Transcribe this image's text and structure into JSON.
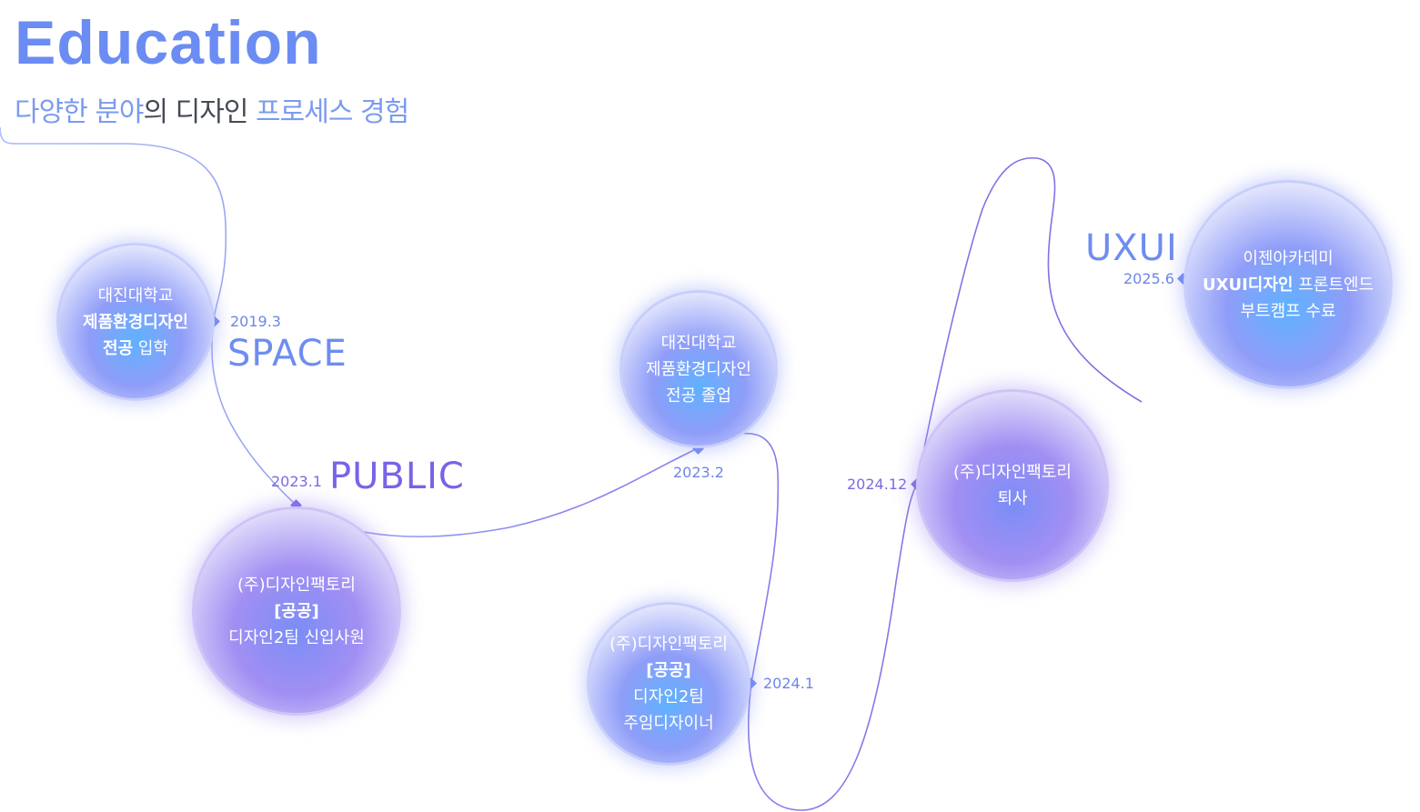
{
  "header": {
    "title": "Education",
    "subtitle_parts": [
      {
        "text": "다양한 분야",
        "style": "highlight"
      },
      {
        "text": "의 디자인 ",
        "style": "plain"
      },
      {
        "text": "프로세스 경험",
        "style": "highlight"
      }
    ]
  },
  "colors": {
    "accent_blue": "#6b8cf2",
    "accent_purple": "#7a63e6",
    "text_dark": "#444b55"
  },
  "categories": {
    "space": "SPACE",
    "public": "PUBLIC",
    "uxui": "UXUI"
  },
  "milestones": [
    {
      "date": "2019.3",
      "lines": [
        "대진대학교",
        "제품환경디자인",
        "전공 입학"
      ]
    },
    {
      "date": "2023.1",
      "lines": [
        "(주)디자인팩토리",
        "[공공]",
        "디자인2팀 신입사원"
      ]
    },
    {
      "date": "2023.2",
      "lines": [
        "대진대학교",
        "제품환경디자인",
        "전공 졸업"
      ]
    },
    {
      "date": "2024.1",
      "lines": [
        "(주)디자인팩토리",
        "[공공]",
        "디자인2팀",
        "주임디자이너"
      ]
    },
    {
      "date": "2024.12",
      "lines": [
        "(주)디자인팩토리",
        "퇴사"
      ]
    },
    {
      "date": "2025.6",
      "lines": [
        "이젠아카데미",
        "UXUI디자인 프론트엔드",
        "부트캠프 수료"
      ]
    }
  ],
  "bold_spans": {
    "m0_line1": "제품환경디자인",
    "m0_line2a": "전공",
    "m0_line2b": " 입학",
    "m1_line1": "[공공]",
    "m3_line1": "[공공]",
    "m5_line1a": "UXUI디자인",
    "m5_line1b": " 프론트엔드"
  }
}
